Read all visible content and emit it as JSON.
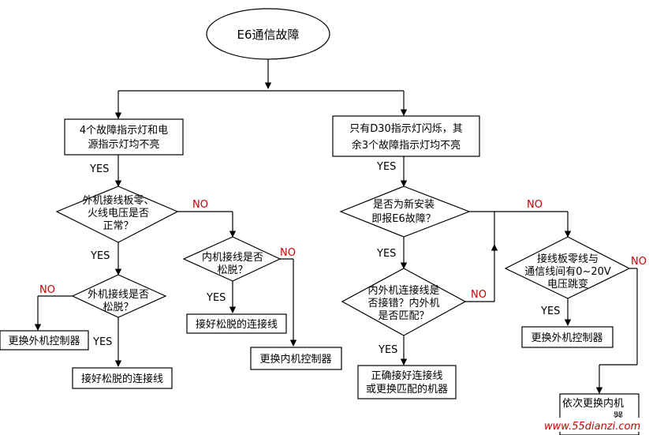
{
  "start": "E6通信故障",
  "left_branch": {
    "condition": [
      "4个故障指示灯和电",
      "源指示灯均不亮"
    ],
    "yes1": "YES",
    "q1": [
      "外机接线板零、",
      "火线电压是否",
      "正常？"
    ],
    "q1_no": "NO",
    "q1_yes": "YES",
    "q2": [
      "外机接线是否",
      "松脱？"
    ],
    "q2_no": "NO",
    "q2_yes": "YES",
    "r_replace_outdoor": "更换外机控制器",
    "r_reconnect_loose": "接好松脱的连接线",
    "q3": [
      "内机接线是否",
      "松脱？"
    ],
    "q3_yes": "YES",
    "q3_no": "NO",
    "r_reconnect_loose2": "接好松脱的连接线",
    "r_replace_indoor": "更换内机控制器"
  },
  "right_branch": {
    "condition": [
      "只有D30指示灯闪烁，其",
      "余3个故障指示灯均不亮"
    ],
    "yes1": "YES",
    "q4": [
      "是否为新安装",
      "即报E6故障？"
    ],
    "q4_no": "NO",
    "q4_yes": "YES",
    "q5": [
      "内外机连接线是",
      "否接错？内外机",
      "是否匹配？"
    ],
    "q5_no": "NO",
    "q5_yes": "YES",
    "r_fix_wiring": [
      "正确接好连接线",
      "或更换匹配的机器"
    ],
    "q6": [
      "接线板零线与",
      "通信线间有0~20V",
      "电压跳变"
    ],
    "q6_yes": "YES",
    "q6_no": "NO",
    "r_replace_outdoor2": "更换外机控制器",
    "r_replace_indoor_seq": [
      "依次更换内机",
      "器"
    ]
  },
  "watermark": "www.55dianzi.com"
}
